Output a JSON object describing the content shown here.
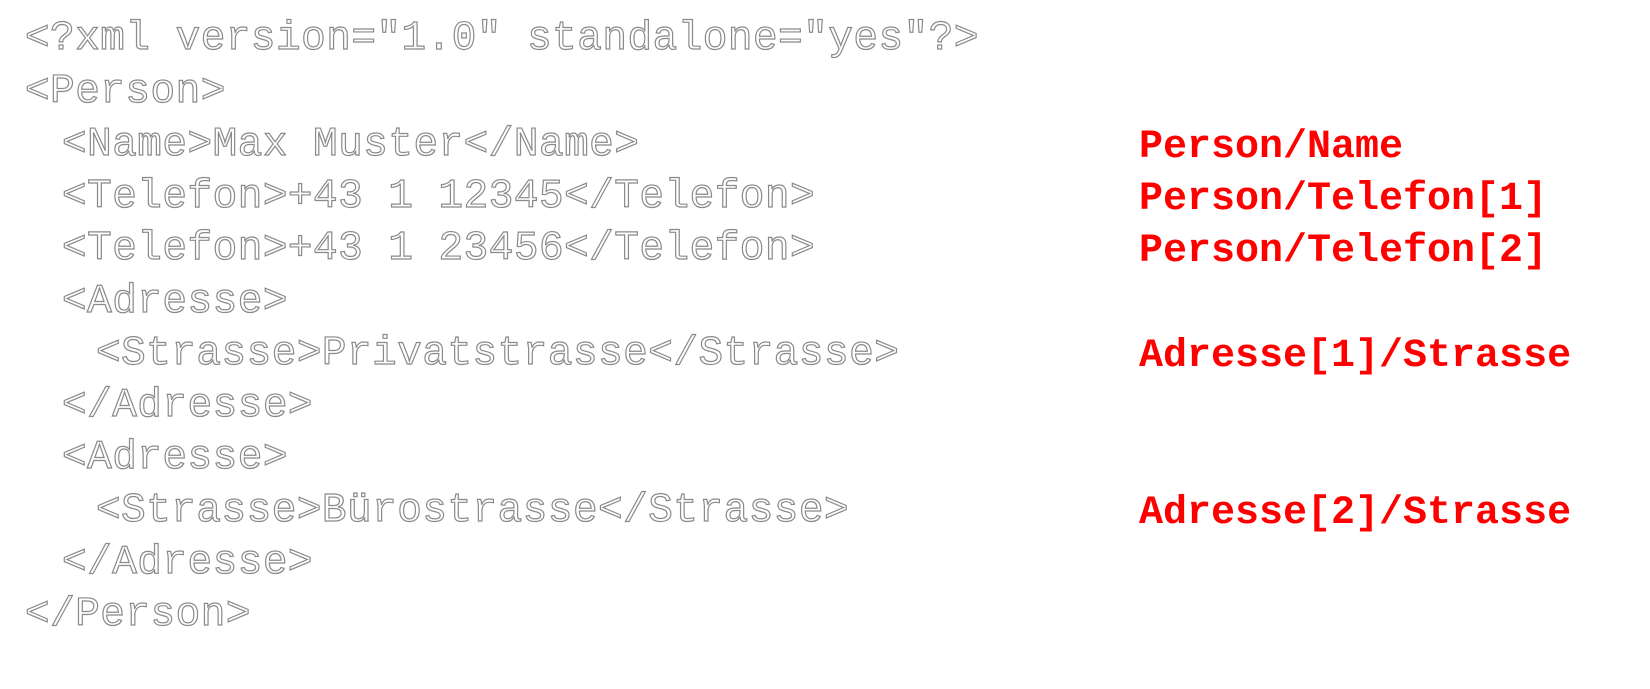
{
  "colors": {
    "xml_outline": "#8a8a8a",
    "path_label": "#ff0000",
    "background": "#ffffff"
  },
  "xml": {
    "declaration": "<?xml version=\"1.0\" standalone=\"yes\"?>",
    "person_open": "<Person>",
    "name": "<Name>Max Muster</Name>",
    "telefon_1": "<Telefon>+43 1 12345</Telefon>",
    "telefon_2": "<Telefon>+43 1 23456</Telefon>",
    "adresse_1_open": "<Adresse>",
    "strasse_1": "<Strasse>Privatstrasse</Strasse>",
    "adresse_1_close": "</Adresse>",
    "adresse_2_open": "<Adresse>",
    "strasse_2": "<Strasse>Bürostrasse</Strasse>",
    "adresse_2_close": "</Adresse>",
    "person_close": "</Person>"
  },
  "paths": {
    "name": "Person/Name",
    "telefon_1": "Person/Telefon[1]",
    "telefon_2": "Person/Telefon[2]",
    "strasse_1": "Adresse[1]/Strasse",
    "strasse_2": "Adresse[2]/Strasse"
  }
}
